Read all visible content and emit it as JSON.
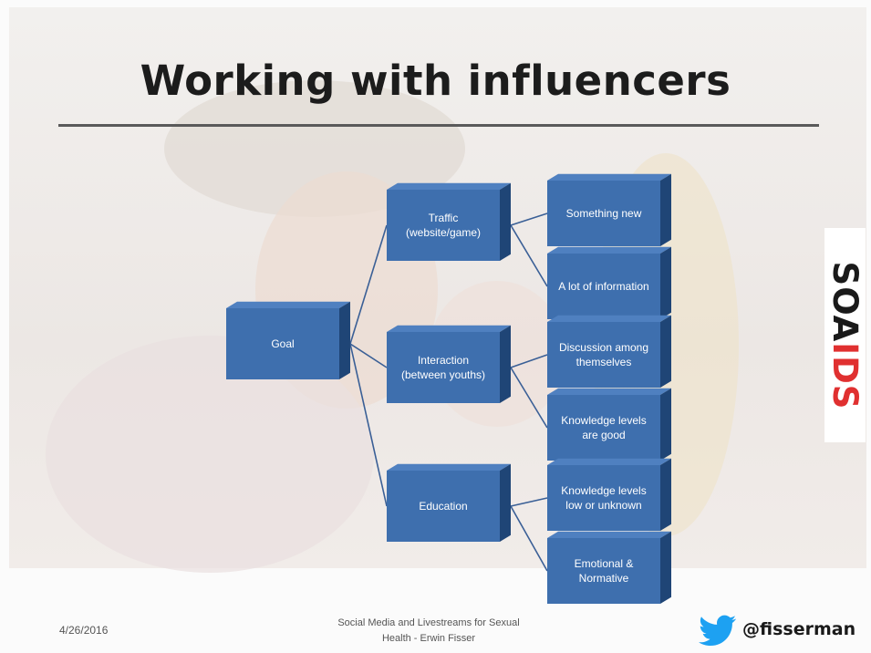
{
  "slide": {
    "title": "Working with influencers",
    "footer_date": "4/26/2016",
    "footer_line1": "Social  Media and  Livestreams for Sexual",
    "footer_line2": "Health - Erwin Fisser",
    "twitter_handle": "@fisserman",
    "logo_part1": "SOA",
    "logo_part2": "IDS"
  },
  "diagram": {
    "root": "Goal",
    "branches": [
      {
        "lines": [
          "Traffic",
          "(website/game)"
        ]
      },
      {
        "lines": [
          "Interaction",
          "(between youths)"
        ]
      },
      {
        "lines": [
          "Education"
        ]
      }
    ],
    "leaves": [
      {
        "lines": [
          "Something new"
        ]
      },
      {
        "lines": [
          "A lot of information"
        ]
      },
      {
        "lines": [
          "Discussion among",
          "themselves"
        ]
      },
      {
        "lines": [
          "Knowledge levels",
          "are good"
        ]
      },
      {
        "lines": [
          "Knowledge levels",
          "low or unknown"
        ]
      },
      {
        "lines": [
          "Emotional &",
          "Normative"
        ]
      }
    ]
  },
  "colors": {
    "box_front": "#3e6fae",
    "box_top": "#4f80c0",
    "box_side": "#1f4576",
    "connector": "#3a5f96",
    "logo_black": "#1a1a1a",
    "logo_red": "#e03030",
    "twitter_blue": "#1da1f2"
  }
}
